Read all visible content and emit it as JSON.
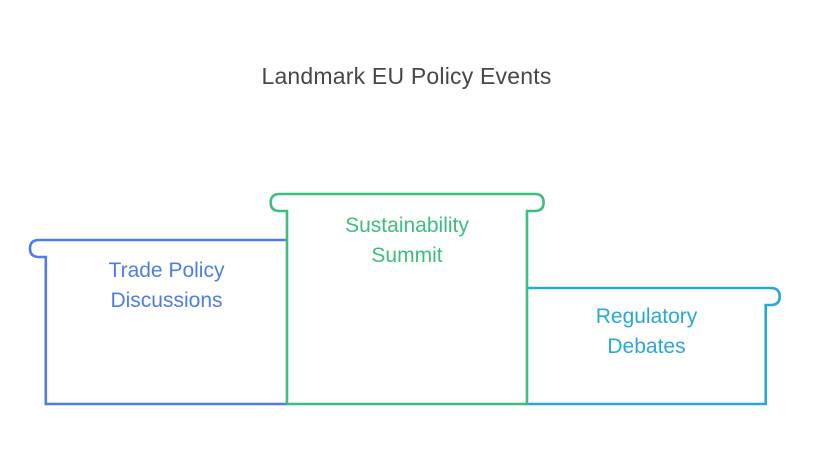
{
  "title": "Landmark EU Policy Events",
  "title_color": "#474747",
  "background_color": "#ffffff",
  "diagram": {
    "kind": "podium",
    "items": [
      {
        "position": "left",
        "label": "Trade Policy Discussions",
        "lines": [
          "Trade Policy",
          "Discussions"
        ],
        "color": "#4e7de7",
        "height": "medium"
      },
      {
        "position": "center",
        "label": "Sustainability Summit",
        "lines": [
          "Sustainability",
          "Summit"
        ],
        "color": "#3cbe7d",
        "height": "tallest"
      },
      {
        "position": "right",
        "label": "Regulatory Debates",
        "lines": [
          "Regulatory",
          "Debates"
        ],
        "color": "#28a8da",
        "height": "shortest"
      }
    ]
  }
}
